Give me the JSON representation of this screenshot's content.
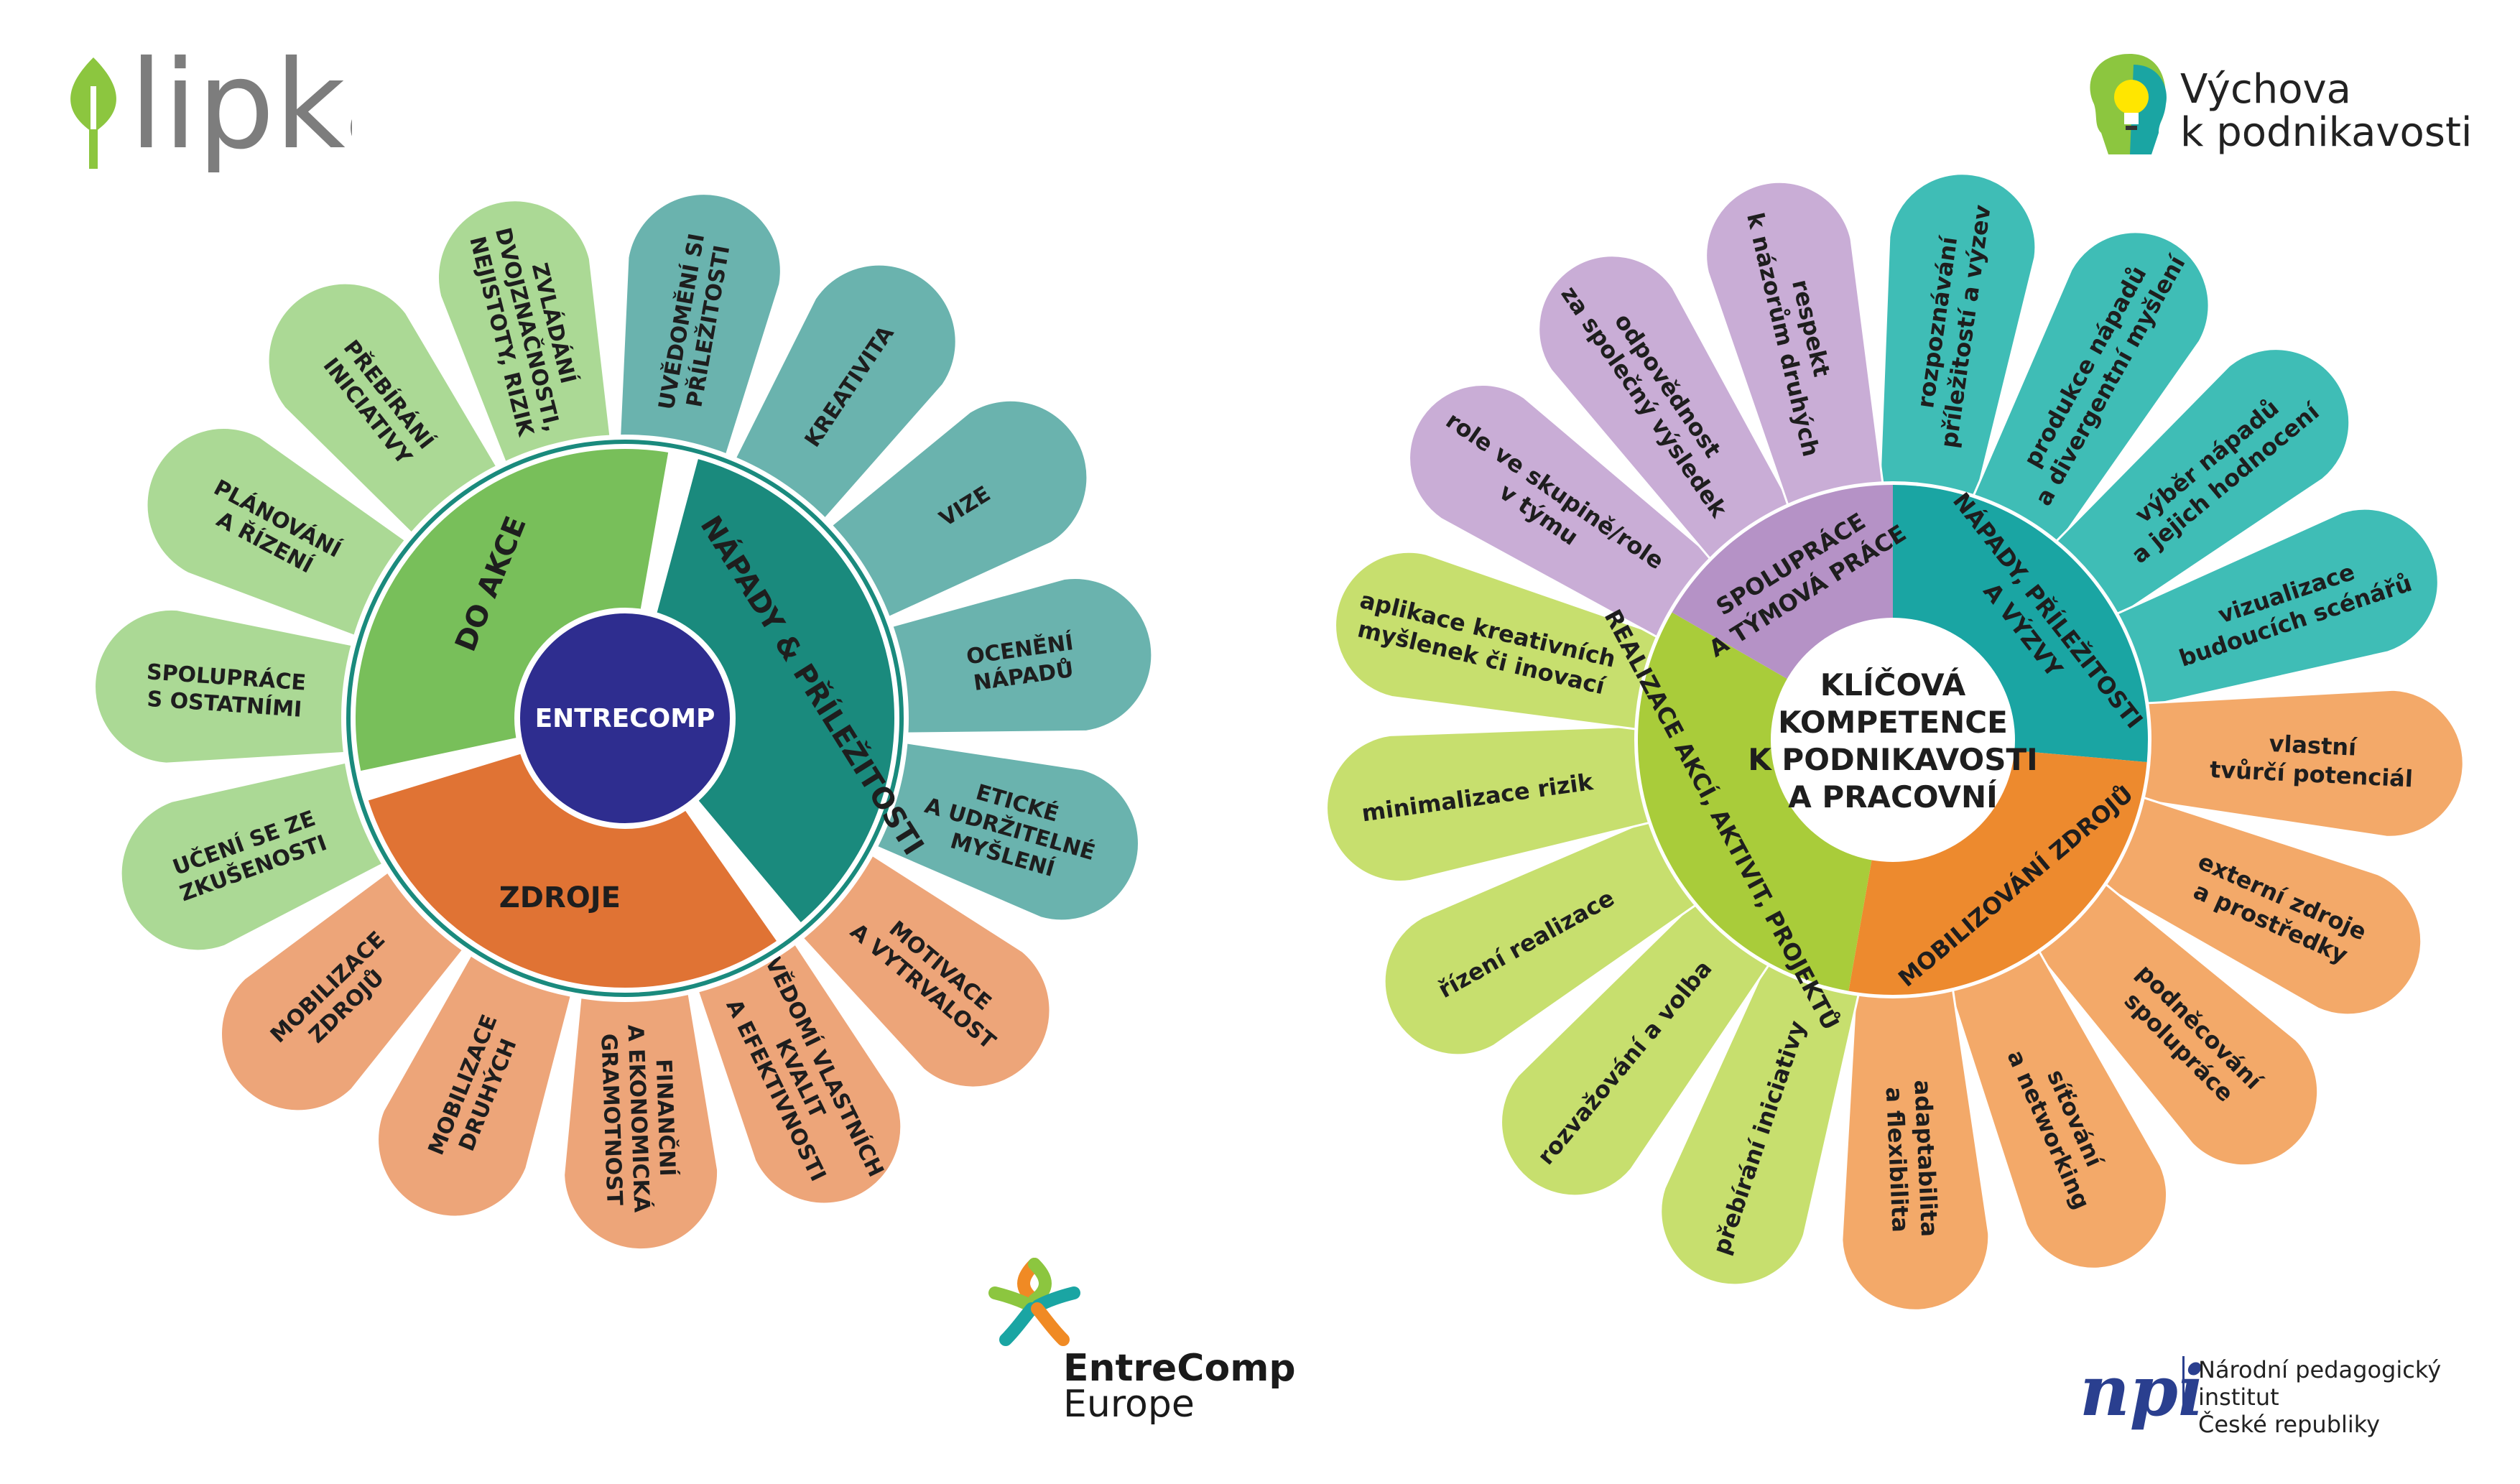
{
  "logos": {
    "lipka": "lipka",
    "vychova_line1": "Výchova",
    "vychova_line2": "k podnikavosti",
    "entrecomp_line1": "EntreComp",
    "entrecomp_line2": "Europe",
    "npi_mark": "npi",
    "npi_line1": "Národní pedagogický institut",
    "npi_line2": "České republiky"
  },
  "left_wheel": {
    "center": "ENTRECOMP",
    "areas": [
      {
        "label": "NÁPADY & PŘÍLEŽITOSTI",
        "color": "#1a8a7d"
      },
      {
        "label": "ZDROJE",
        "color": "#e07334"
      },
      {
        "label": "DO AKCE",
        "color": "#78bf5a"
      }
    ],
    "core_color": "#2e2d8f",
    "petals": [
      {
        "lines": [
          "UVĚDOMĚNÍ SI",
          "PŘÍLEŽITOSTI"
        ],
        "group": "teal"
      },
      {
        "lines": [
          "KREATIVITA"
        ],
        "group": "teal"
      },
      {
        "lines": [
          "VIZE"
        ],
        "group": "teal"
      },
      {
        "lines": [
          "OCENĚNÍ",
          "NÁPADŮ"
        ],
        "group": "teal"
      },
      {
        "lines": [
          "ETICKÉ",
          "A UDRŽITELNÉ",
          "MYŠLENÍ"
        ],
        "group": "teal"
      },
      {
        "lines": [
          "MOTIVACE",
          "A VYTRVALOST"
        ],
        "group": "orange"
      },
      {
        "lines": [
          "VĚDOMÍ VLASTNÍCH",
          "KVALIT",
          "A EFEKTIVNOSTI"
        ],
        "group": "orange"
      },
      {
        "lines": [
          "FINANČNÍ",
          "A EKONOMICKÁ",
          "GRAMOTNOST"
        ],
        "group": "orange"
      },
      {
        "lines": [
          "MOBILIZACE",
          "DRUHÝCH"
        ],
        "group": "orange"
      },
      {
        "lines": [
          "MOBILIZACE",
          "ZDROJŮ"
        ],
        "group": "orange"
      },
      {
        "lines": [
          "UČENÍ SE ZE",
          "ZKUŠENOSTI"
        ],
        "group": "green"
      },
      {
        "lines": [
          "SPOLUPRÁCE",
          "S OSTATNÍMI"
        ],
        "group": "green"
      },
      {
        "lines": [
          "PLÁNOVÁNÍ",
          "A ŘÍZENÍ"
        ],
        "group": "green"
      },
      {
        "lines": [
          "PŘEBÍRÁNÍ",
          "INICIATIVY"
        ],
        "group": "green"
      },
      {
        "lines": [
          "ZVLÁDÁNÍ",
          "DVOJZNAČNOSTI,",
          "NEJISTOTY, RIZIK"
        ],
        "group": "green"
      }
    ],
    "colors": {
      "teal": "#5dada7",
      "orange": "#ec9d6e",
      "green": "#a4d68c"
    }
  },
  "right_wheel": {
    "center_lines": [
      "KLÍČOVÁ",
      "KOMPETENCE",
      "K PODNIKAVOSTI",
      "A PRACOVNÍ"
    ],
    "areas": [
      {
        "lines": [
          "NÁPADY, PŘÍLEŽITOSTI",
          "A VÝZVY"
        ],
        "color": "#1aa5a3"
      },
      {
        "lines": [
          "MOBILIZOVÁNÍ ZDROJŮ"
        ],
        "color": "#ed8a2e"
      },
      {
        "lines": [
          "REALIZACE AKCÍ, AKTIVIT, PROJEKTŮ"
        ],
        "color": "#a9cc3a"
      },
      {
        "lines": [
          "SPOLUPRÁCE",
          "A TÝMOVÁ PRÁCE"
        ],
        "color": "#b592c6"
      }
    ],
    "petals": [
      {
        "lines": [
          "rozpoznávání",
          "příležitostí a výzev"
        ],
        "group": "teal"
      },
      {
        "lines": [
          "produkce nápadů",
          "a divergentní myšlení"
        ],
        "group": "teal"
      },
      {
        "lines": [
          "výběr nápadů",
          "a jejich hodnocení"
        ],
        "group": "teal"
      },
      {
        "lines": [
          "vizualizace",
          "budoucích scénářů"
        ],
        "group": "teal"
      },
      {
        "lines": [
          "vlastní",
          "tvůrčí potenciál"
        ],
        "group": "orange"
      },
      {
        "lines": [
          "externí zdroje",
          "a prostředky"
        ],
        "group": "orange"
      },
      {
        "lines": [
          "podněcování",
          "spolupráce"
        ],
        "group": "orange"
      },
      {
        "lines": [
          "síťování",
          "a networking"
        ],
        "group": "orange"
      },
      {
        "lines": [
          "adaptabilita",
          "a flexibilita"
        ],
        "group": "orange"
      },
      {
        "lines": [
          "přebírání iniciativy"
        ],
        "group": "green"
      },
      {
        "lines": [
          "rozvažování a volba"
        ],
        "group": "green"
      },
      {
        "lines": [
          "řízení realizace"
        ],
        "group": "green"
      },
      {
        "lines": [
          "minimalizace rizik"
        ],
        "group": "green"
      },
      {
        "lines": [
          "aplikace kreativních",
          "myšlenek či inovací"
        ],
        "group": "green"
      },
      {
        "lines": [
          "role ve skupině/role",
          "v týmu"
        ],
        "group": "purple"
      },
      {
        "lines": [
          "odpovědnost",
          "za společný výsledek"
        ],
        "group": "purple"
      },
      {
        "lines": [
          "respekt",
          "k názorům druhých"
        ],
        "group": "purple"
      }
    ],
    "colors": {
      "teal": "#2fb7b0",
      "orange": "#f2a25c",
      "green": "#c2dc62",
      "purple": "#c4a6d2"
    }
  }
}
